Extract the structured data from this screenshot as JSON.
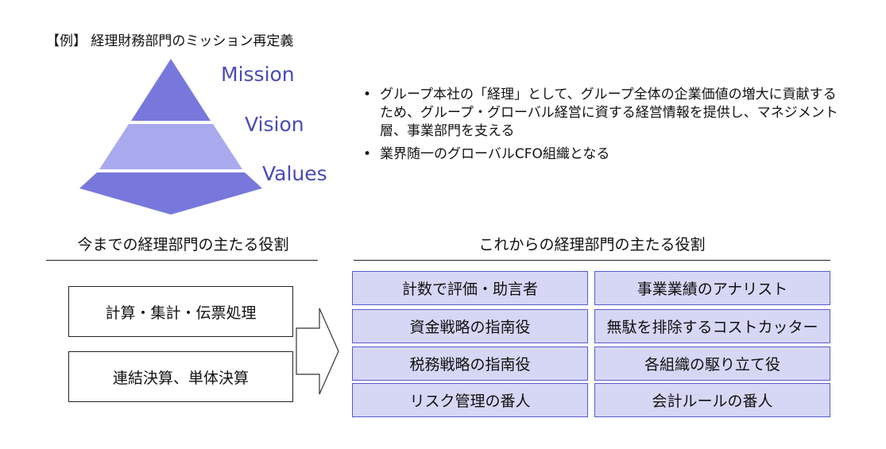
{
  "title": "【例】 経理財務部門のミッション再定義",
  "pyramid": {
    "levels": [
      {
        "label": "Mission"
      },
      {
        "label": "Vision"
      },
      {
        "label": "Values"
      }
    ],
    "colors": {
      "light": "#a9a9ee",
      "dark": "#7878dc"
    }
  },
  "bullets": [
    {
      "marker": "•",
      "text": "グループ本社の「経理」として、グループ全体の企業価値の増大に貢献するため、グループ・グローバル経営に資する経営情報を提供し、マネジメント層、事業部門を支える"
    },
    {
      "marker": "•",
      "text": "業界随一のグローバルCFO組織となる"
    }
  ],
  "left": {
    "heading": "今までの経理部門の主たる役割",
    "boxes": [
      "計算・集計・伝票処理",
      "連結決算、単体決算"
    ]
  },
  "right": {
    "heading": "これからの経理部門の主たる役割",
    "roles": [
      "計数で評価・助言者",
      "事業業績のアナリスト",
      "資金戦略の指南役",
      "無駄を排除するコストカッター",
      "税務戦略の指南役",
      "各組織の駆り立て役",
      "リスク管理の番人",
      "会計ルールの番人"
    ]
  },
  "colors": {
    "role_fill": "#d6d6f5",
    "role_border": "#5a5acf",
    "label_text": "#4a4ab8"
  }
}
